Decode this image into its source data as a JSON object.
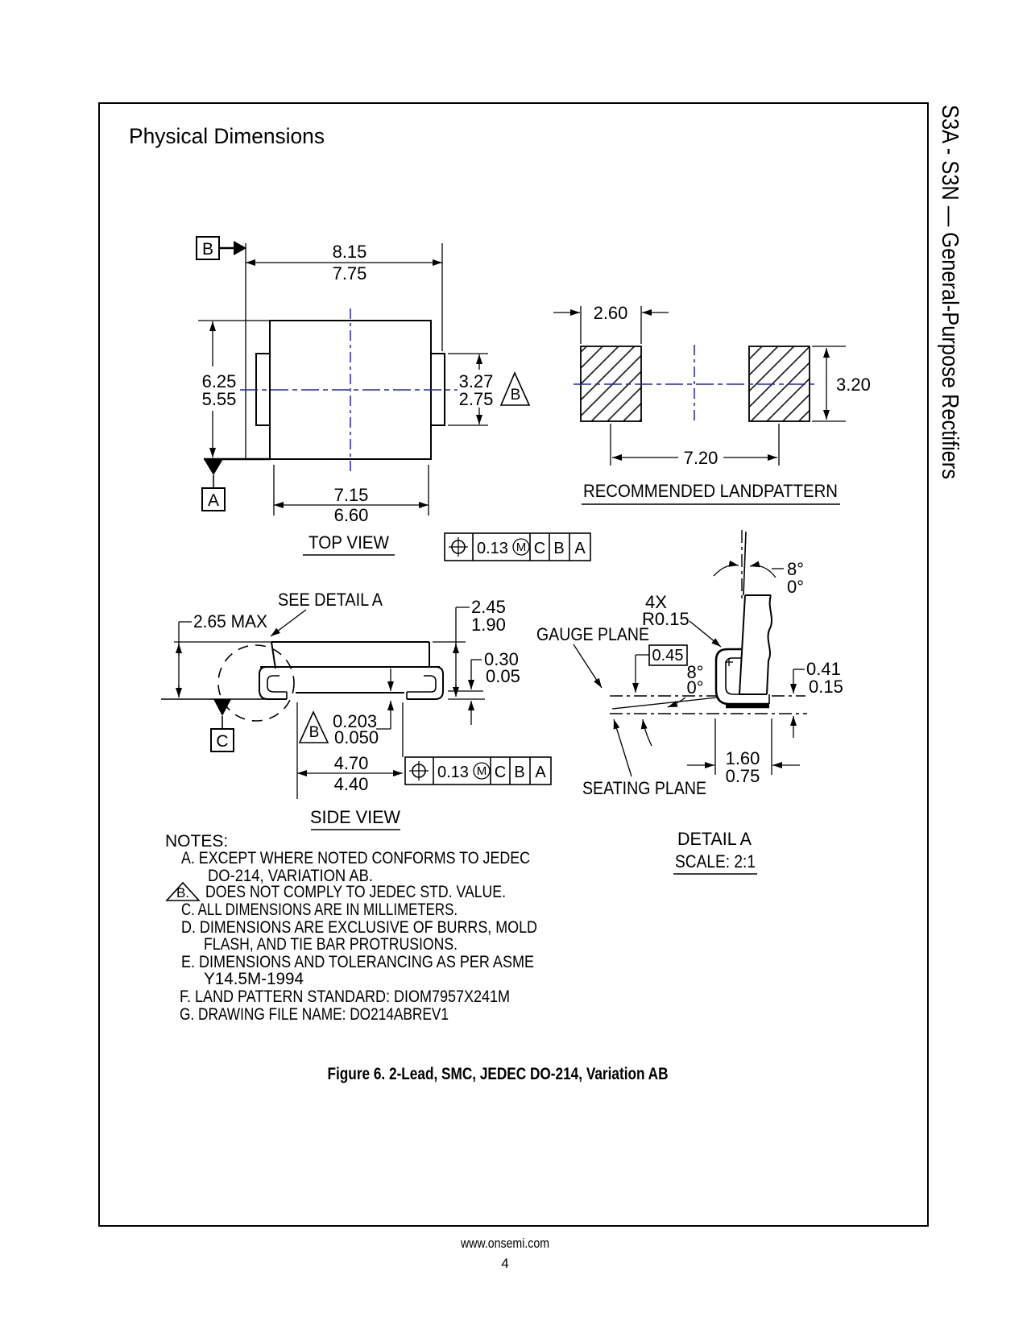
{
  "page": {
    "title": "Physical Dimensions",
    "sidebar_text": "S3A - S3N — General-Purpose Rectifiers",
    "figure_caption": "Figure 6. 2-Lead, SMC, JEDEC DO-214, Variation AB",
    "footer_url": "www.onsemi.com",
    "footer_page": "4"
  },
  "colors": {
    "line": "#000000",
    "centerline": "#2222cf",
    "background": "#ffffff"
  },
  "top_view": {
    "label": "TOP VIEW",
    "datum_a": "A",
    "datum_b": "B",
    "dim_width_max": "8.15",
    "dim_width_min": "7.75",
    "dim_height_max": "6.25",
    "dim_height_min": "5.55",
    "dim_tab_max": "3.27",
    "dim_tab_min": "2.75",
    "tab_flag": "B",
    "dim_body_max": "7.15",
    "dim_body_min": "6.60",
    "fcf": {
      "tol": "0.13",
      "mod": "M",
      "d1": "C",
      "d2": "B",
      "d3": "A"
    }
  },
  "landpattern": {
    "label": "RECOMMENDED LANDPATTERN",
    "dim_pad_w": "2.60",
    "dim_pad_h": "3.20",
    "dim_pitch": "7.20"
  },
  "side_view": {
    "label": "SIDE VIEW",
    "see_detail": "SEE DETAIL A",
    "datum_c": "C",
    "dim_height": "2.65 MAX",
    "dim_lead1_max": "2.45",
    "dim_lead1_min": "1.90",
    "dim_gap_max": "0.30",
    "dim_gap_min": "0.05",
    "dim_standoff_max": "0.203",
    "dim_standoff_min": "0.050",
    "standoff_flag": "B",
    "dim_foot_max": "4.70",
    "dim_foot_min": "4.40",
    "fcf": {
      "tol": "0.13",
      "mod": "M",
      "d1": "C",
      "d2": "B",
      "d3": "A"
    }
  },
  "detail_a": {
    "label": "DETAIL A",
    "scale": "SCALE: 2:1",
    "gauge_plane": "GAUGE PLANE",
    "seating_plane": "SEATING PLANE",
    "angle_top_max": "8°",
    "angle_top_min": "0°",
    "radius_qty": "4X",
    "radius": "R0.15",
    "gauge_dim": "0.45",
    "angle_foot_max": "8°",
    "angle_foot_min": "0°",
    "dim_foot_h_max": "0.41",
    "dim_foot_h_min": "0.15",
    "dim_foot_l_max": "1.60",
    "dim_foot_l_min": "0.75"
  },
  "notes": {
    "heading": "NOTES:",
    "a1": "A.  EXCEPT WHERE NOTED CONFORMS TO JEDEC",
    "a2": "DO-214, VARIATION AB.",
    "b_flag": "B.",
    "b": "DOES NOT COMPLY TO JEDEC STD. VALUE.",
    "c": "C.  ALL DIMENSIONS ARE IN MILLIMETERS.",
    "d1": "D.  DIMENSIONS ARE EXCLUSIVE OF BURRS, MOLD",
    "d2": "FLASH, AND TIE BAR PROTRUSIONS.",
    "e1": "E.  DIMENSIONS AND TOLERANCING AS PER ASME",
    "e2": "Y14.5M-1994",
    "f": "F.  LAND PATTERN STANDARD: DIOM7957X241M",
    "g": "G. DRAWING FILE NAME: DO214ABREV1"
  }
}
